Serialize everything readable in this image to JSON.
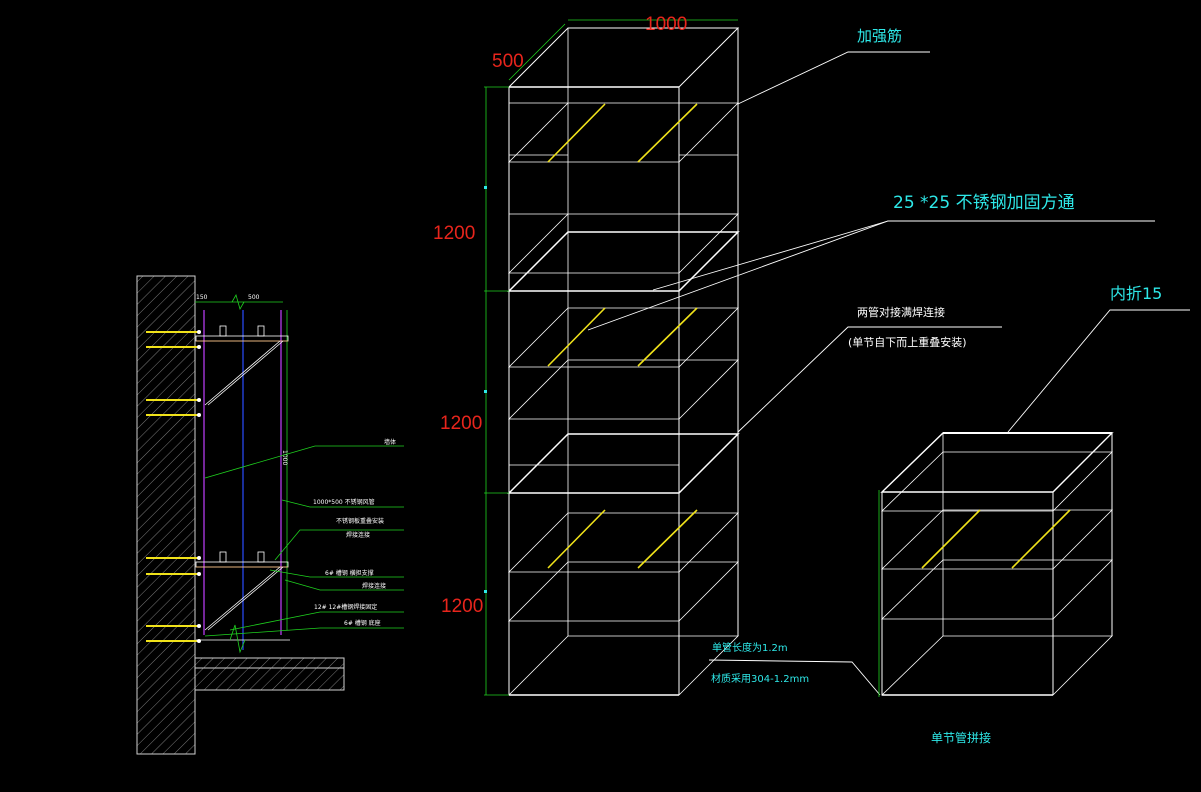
{
  "dimensions": {
    "width": "1000",
    "depth": "500",
    "height_top": "1200",
    "height_mid": "1200",
    "height_bot": "1200"
  },
  "labels": {
    "reinforcement": "加强筋",
    "square_tube": "25 *25 不锈钢加固方通",
    "weld_joint": "两管对接满焊连接",
    "install_note": "(单节自下而上重叠安装)",
    "inner_fold": "内折15",
    "single_length": "单管长度为1.2m",
    "material": "材质采用304-1.2mm",
    "single_section": "单节管拼接"
  },
  "section_labels": {
    "top_w1": "150",
    "top_w2": "500",
    "side_h": "1000",
    "l1": "墙体",
    "l2": "1000*500  不锈钢风管",
    "l3": "不锈钢板重叠安装",
    "l3b": "焊接连接",
    "l4": "6#  槽钢  横担支撑",
    "l4b": "焊接连接",
    "l5": "12#  12#槽钢焊接固定",
    "l6": "6#  槽钢  底座"
  },
  "colors": {
    "line": "#ffffff",
    "dim_text": "#e8251c",
    "note_text": "#2ee8e8",
    "dim_line": "#1fd21f",
    "brace": "#f0e21a",
    "leader": "#ffffff"
  }
}
